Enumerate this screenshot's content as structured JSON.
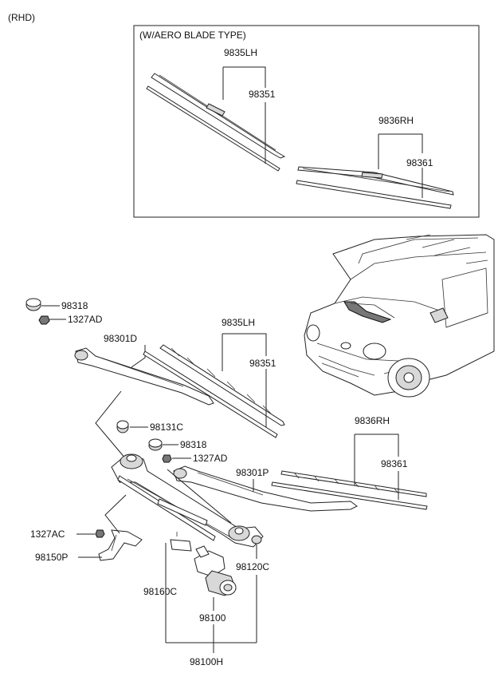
{
  "header": {
    "variant": "(RHD)"
  },
  "inset": {
    "title": "(W/AERO BLADE TYPE)",
    "lh_blade": "9835LH",
    "lh_refill": "98351",
    "rh_blade": "9836RH",
    "rh_refill": "98361"
  },
  "parts": {
    "cap_upper": "98318",
    "nut_upper": "1327AD",
    "arm_lh": "98301D",
    "blade_lh": "9835LH",
    "refill_lh": "98351",
    "pivot_cap": "98131C",
    "cap_lower": "98318",
    "nut_lower": "1327AD",
    "arm_rh": "98301P",
    "blade_rh": "9836RH",
    "refill_rh": "98361",
    "bolt_bracket": "1327AC",
    "bracket": "98150P",
    "linkage": "98160C",
    "pivot": "98120C",
    "motor": "98100",
    "assembly": "98100H"
  }
}
